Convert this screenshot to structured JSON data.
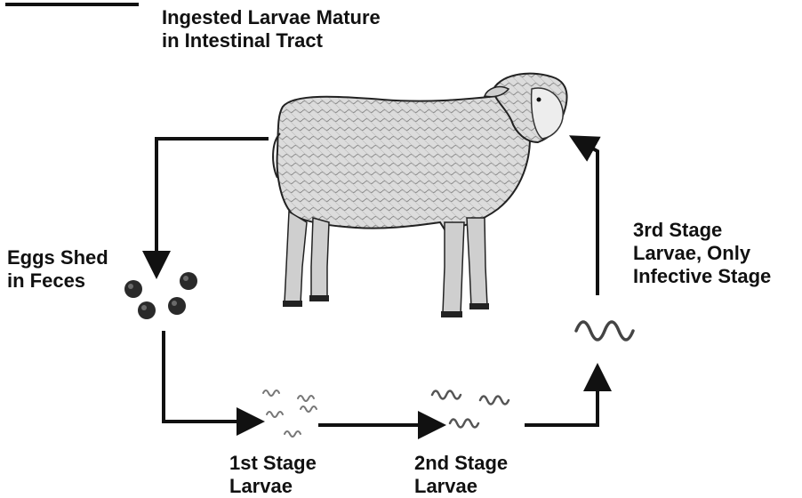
{
  "labels": {
    "mature": [
      "Ingested Larvae Mature",
      "in Intestinal Tract"
    ],
    "eggs": [
      "Eggs Shed",
      "in Feces"
    ],
    "third": [
      "3rd Stage",
      "Larvae, Only",
      "Infective Stage"
    ],
    "first": [
      "1st Stage",
      "Larvae"
    ],
    "second": [
      "2nd Stage",
      "Larvae"
    ]
  },
  "colors": {
    "ink": "#111111",
    "egg": "#2a2a2a",
    "sheep_wool": "#d9d9d9",
    "larva": "#555555"
  }
}
